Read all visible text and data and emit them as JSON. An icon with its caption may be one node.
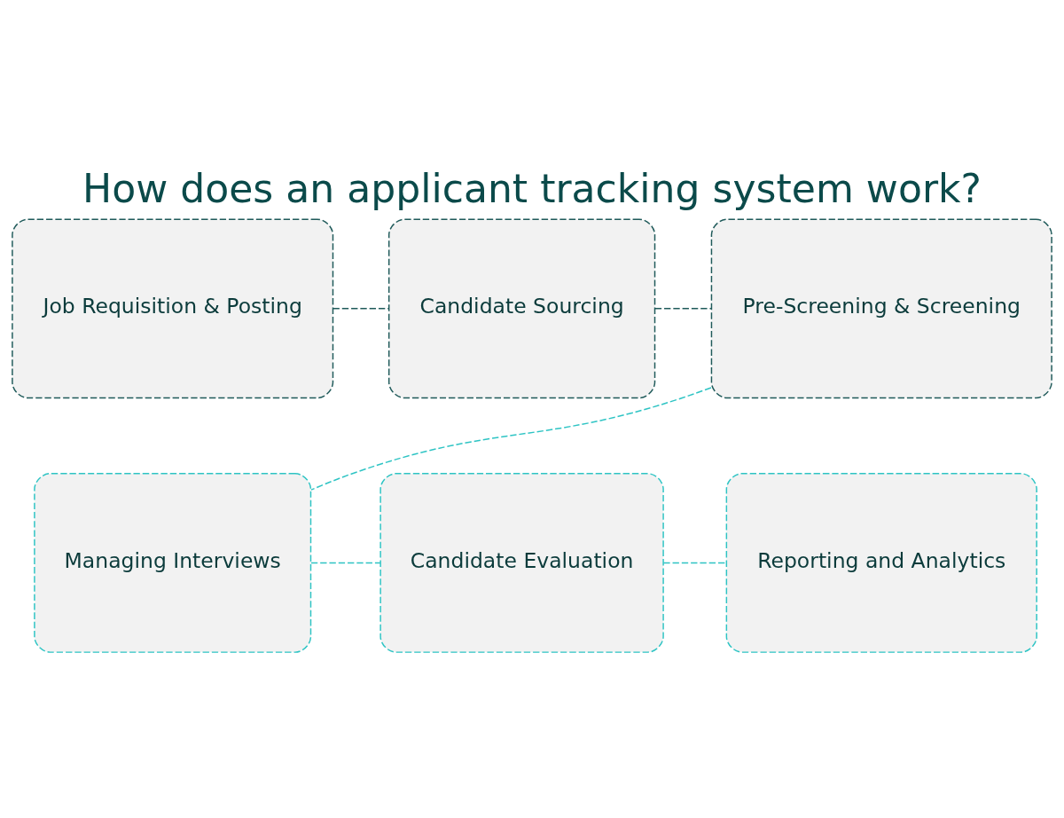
{
  "diagram": {
    "title": "How does an applicant tracking system work?",
    "nodes": [
      {
        "text": [
          "Job Requisition & Posting"
        ]
      },
      {
        "text": [
          "Candidate Sourcing"
        ]
      },
      {
        "text": [
          "Pre-Screening & Screening"
        ]
      },
      {
        "text": [
          "Managing Interviews"
        ]
      },
      {
        "text": [
          "Candidate Evaluation"
        ]
      },
      {
        "text": [
          "Reporting and Analytics"
        ]
      }
    ],
    "edges": [
      {
        "from": 0,
        "to": 1,
        "arrow": "none",
        "style": "dashed",
        "color": "#1f5a5a"
      },
      {
        "from": 1,
        "to": 2,
        "arrow": "none",
        "style": "dashed",
        "color": "#1f5a5a"
      },
      {
        "from": 2,
        "to": 3,
        "arrow": "none",
        "style": "dashed"
      },
      {
        "from": 3,
        "to": 4,
        "arrow": "none",
        "style": "dashed"
      },
      {
        "from": 4,
        "to": 5,
        "arrow": "none",
        "style": "dashed"
      }
    ]
  }
}
